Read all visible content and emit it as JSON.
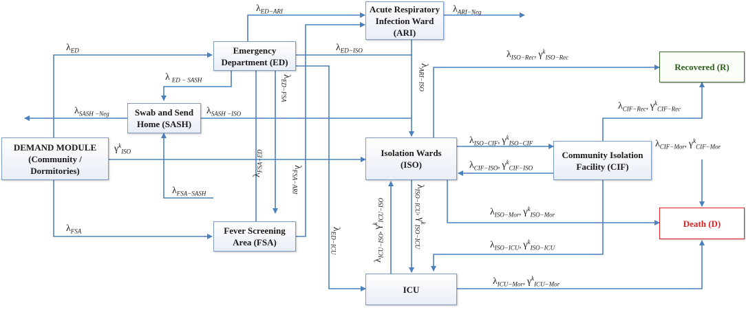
{
  "nodes": {
    "demand": "DEMAND MODULE\n(Community /\nDormitories)",
    "sash": "Swab and Send\nHome (SASH)",
    "ed": "Emergency\nDepartment (ED)",
    "ari": "Acute Respiratory\nInfection Ward\n(ARI)",
    "fsa": "Fever Screening\nArea (FSA)",
    "iso": "Isolation Wards\n(ISO)",
    "icu": "ICU",
    "cif": "Community Isolation\nFacility (CIF)",
    "rec": "Recovered (R)",
    "death": "Death (D)"
  },
  "labels": {
    "ed_ari": "ED−ARI",
    "ari_neg": "ARI−Neg",
    "ed": "ED",
    "ed_iso": "ED−ISO",
    "ed_sash": "ED − SASH",
    "sash_neg": "SASH −Neg",
    "sash_iso": "SASH −ISO",
    "iso_demand": "ISO",
    "fsa_sash": "FSA−SASH",
    "fsa": "FSA",
    "ed_fsa": "ED−FSA",
    "fsa_ed": "FSA−ED",
    "fsa_ari": "FSA−ARI",
    "ed_icu": "ED−ICU",
    "ari_iso": "ARI−ISO",
    "iso_rec": "ISO−Rec",
    "cif_rec": "CIF−Rec",
    "iso_cif": "ISO−CIF",
    "cif_iso": "CIF−ISO",
    "cif_mor": "CIF−Mor",
    "iso_mor": "ISO−Mor",
    "iso_icu": "ISO−ICU",
    "icu_mor": "ICU−Mor",
    "icu_iso": "ICU−ISO",
    "iso_icu_v": "ISO−ICU",
    "k": "k"
  }
}
